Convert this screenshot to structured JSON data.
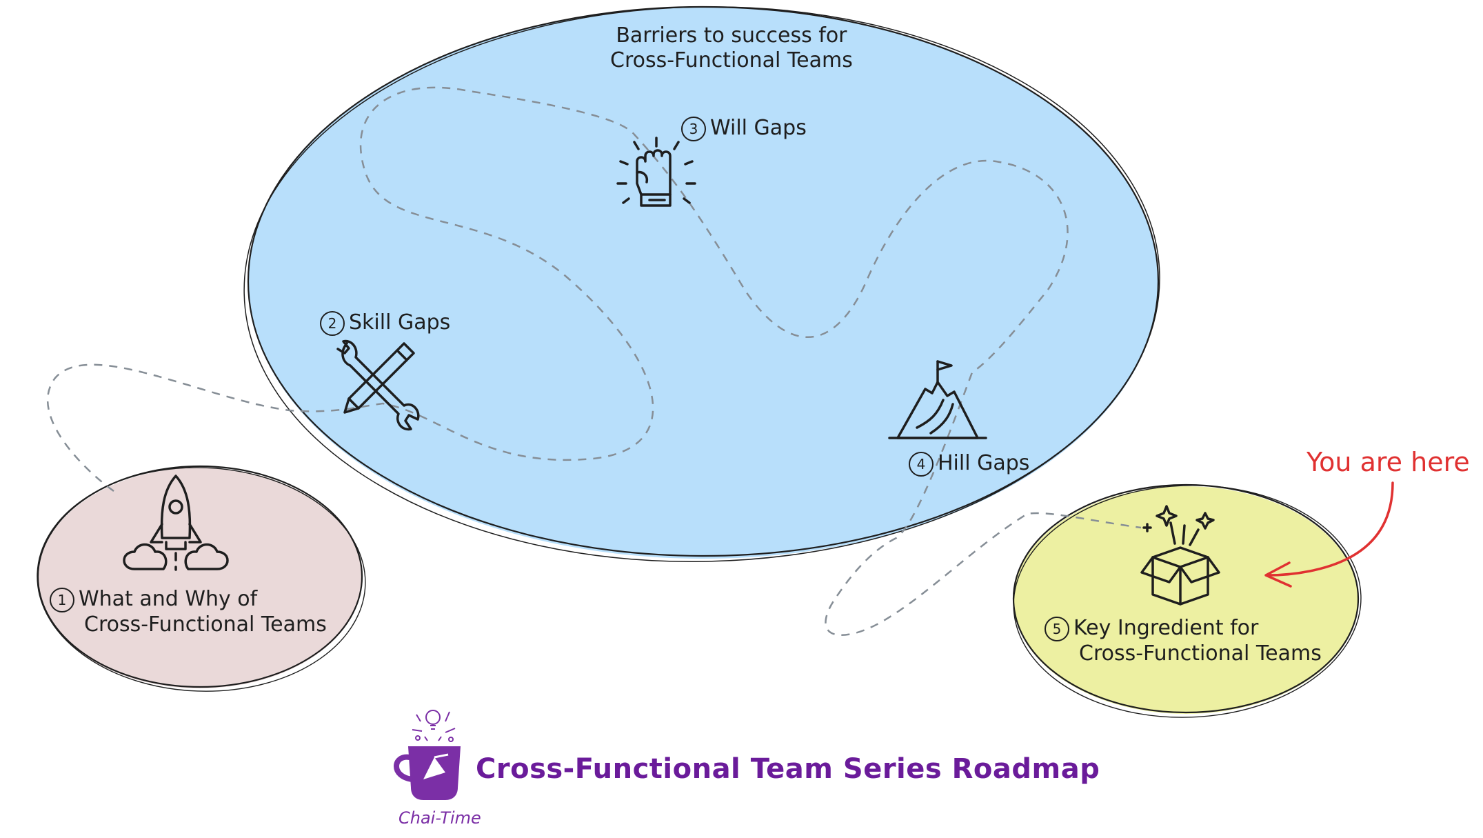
{
  "region": {
    "title_line1": "Barriers to success for",
    "title_line2": "Cross-Functional Teams",
    "fill": "#b8dffb"
  },
  "stops": [
    {
      "number": "1",
      "line1": "What and Why of",
      "line2": "Cross-Functional Teams",
      "icon": "rocket-icon",
      "fill": "#ead9d9"
    },
    {
      "number": "2",
      "line1": "Skill Gaps",
      "line2": "",
      "icon": "wrench-pencil-icon"
    },
    {
      "number": "3",
      "line1": "Will Gaps",
      "line2": "",
      "icon": "raised-fist-icon"
    },
    {
      "number": "4",
      "line1": "Hill Gaps",
      "line2": "",
      "icon": "mountain-flag-icon"
    },
    {
      "number": "5",
      "line1": "Key Ingredient for",
      "line2": "Cross-Functional Teams",
      "icon": "open-gift-box-icon",
      "fill": "#edf0a2"
    }
  ],
  "marker": {
    "label": "You are here",
    "color": "#e03131"
  },
  "footer": {
    "title": "Cross-Functional Team Series Roadmap",
    "logo_caption": "Chai-Time",
    "logo_icon": "chai-mug-icon",
    "color": "#6a1b9a"
  }
}
